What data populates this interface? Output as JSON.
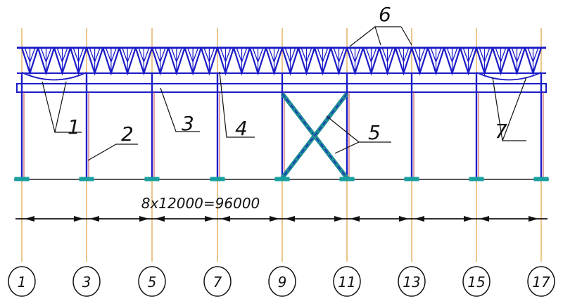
{
  "drawing": {
    "axes": [
      "1",
      "3",
      "5",
      "7",
      "9",
      "11",
      "13",
      "15",
      "17"
    ],
    "span_note": "8x12000=96000",
    "callouts": [
      "1",
      "2",
      "3",
      "4",
      "5",
      "6",
      "7"
    ],
    "colors": {
      "steel": "#1c1cc8",
      "bracing": "#1e8c96",
      "axis": "#e0a040",
      "ground": "#222222",
      "base": "#18a0a0"
    }
  }
}
